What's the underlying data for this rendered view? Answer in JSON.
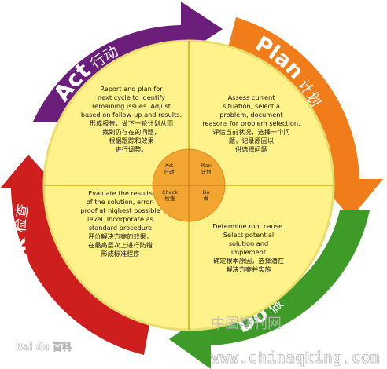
{
  "colors": {
    "act": "#6b1f7a",
    "plan": "#f07c1a",
    "do": "#3f9b27",
    "check": "#cf1e1e",
    "circle_fill": "#fff28a",
    "circle_edge": "#e9dd6c",
    "center_fill": "#f3a531",
    "divider": "#c6a000",
    "label_text": "#ffffff"
  },
  "arrows": {
    "act": {
      "title": "Act",
      "cn": "行动"
    },
    "plan": {
      "title": "Plan",
      "cn": "计划"
    },
    "do": {
      "title": "Do",
      "cn": "做"
    },
    "check": {
      "title": "Check",
      "cn": "检查"
    }
  },
  "quadrants": {
    "act": "Report and plan for\nnext cycle to identify\nremaining issues. Adjust\nbased on follow-up and results.\n形成报告，做下一轮计划从而\n找到仍存在的问题，\n根据跟踪和效果\n进行调整。",
    "plan": "Assess current\nsituation, select a\nproblem, document\nreasons for  problem selection.\n评估当前状况，选择一个问\n题，记录原因以\n供选择问题",
    "check": "Evaluate the results\nof the solution, error-\nproof at highest possible\nlevel.  Incorporate as\nstandard procedure\n评价解决方案的效果，\n在最高层次上进行防错\n形成标准程序",
    "do": "Determine root cause.\nSelect potential\nsolution and\nimplement\n确定根本原因，选择潜在\n解决方案并实施"
  },
  "center": {
    "act": "Act\n行动",
    "plan": "Plan\n计划",
    "check": "Check\n检查",
    "do": "Do\n做"
  },
  "watermarks": {
    "baidu": "Bai du 百科",
    "cn_site": "中国期刊网",
    "url": "www.chinaqking.com"
  }
}
